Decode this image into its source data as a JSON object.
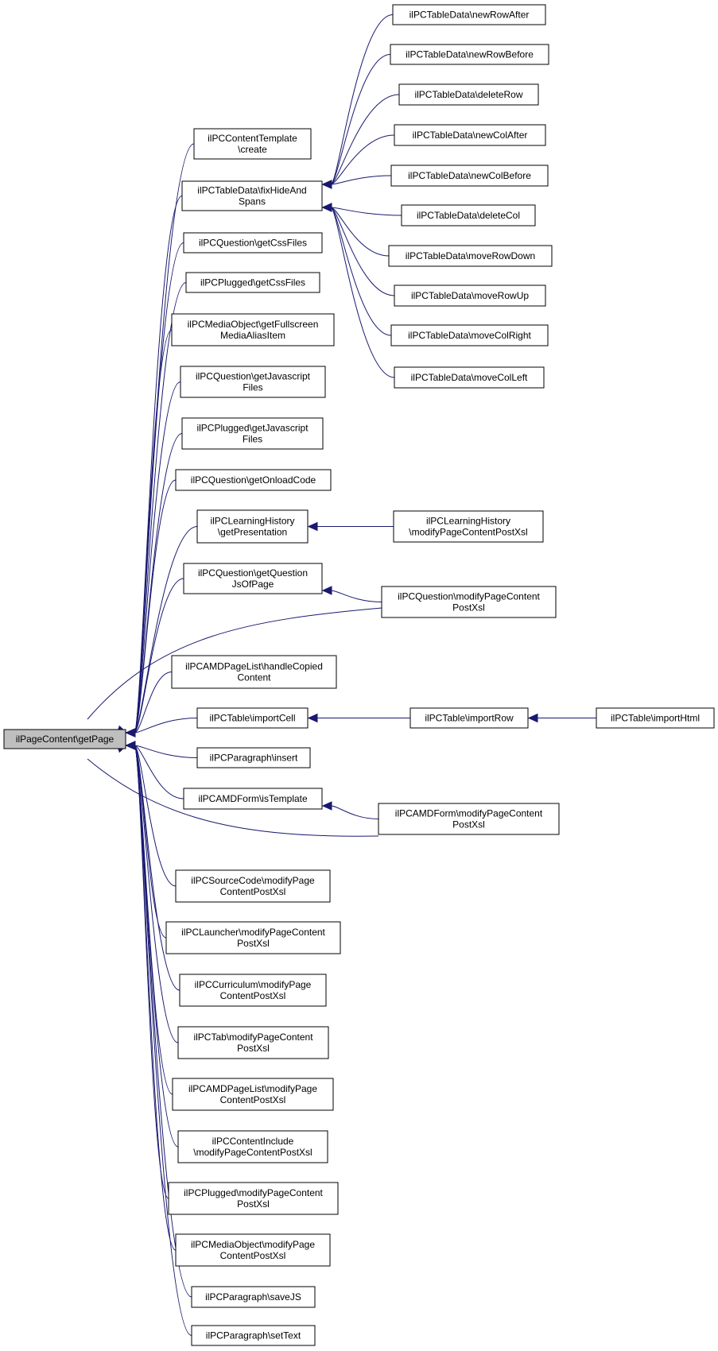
{
  "diagram": {
    "nodes": [
      {
        "id": "root",
        "lines": [
          "ilPageContent\\getPage"
        ]
      },
      {
        "id": "ct_create",
        "lines": [
          "ilPCContentTemplate",
          "\\create"
        ]
      },
      {
        "id": "td_fix",
        "lines": [
          "ilPCTableData\\fixHideAnd",
          "Spans"
        ]
      },
      {
        "id": "q_css",
        "lines": [
          "ilPCQuestion\\getCssFiles"
        ]
      },
      {
        "id": "p_css",
        "lines": [
          "ilPCPlugged\\getCssFiles"
        ]
      },
      {
        "id": "mo_full",
        "lines": [
          "ilPCMediaObject\\getFullscreen",
          "MediaAliasItem"
        ]
      },
      {
        "id": "q_js",
        "lines": [
          "ilPCQuestion\\getJavascript",
          "Files"
        ]
      },
      {
        "id": "p_js",
        "lines": [
          "ilPCPlugged\\getJavascript",
          "Files"
        ]
      },
      {
        "id": "q_onload",
        "lines": [
          "ilPCQuestion\\getOnloadCode"
        ]
      },
      {
        "id": "lh_pres",
        "lines": [
          "ilPCLearningHistory",
          "\\getPresentation"
        ]
      },
      {
        "id": "q_qjs",
        "lines": [
          "ilPCQuestion\\getQuestion",
          "JsOfPage"
        ]
      },
      {
        "id": "amdpl_copy",
        "lines": [
          "ilPCAMDPageList\\handleCopied",
          "Content"
        ]
      },
      {
        "id": "t_cell",
        "lines": [
          "ilPCTable\\importCell"
        ]
      },
      {
        "id": "par_insert",
        "lines": [
          "ilPCParagraph\\insert"
        ]
      },
      {
        "id": "amdf_tpl",
        "lines": [
          "ilPCAMDForm\\isTemplate"
        ]
      },
      {
        "id": "sc_mod",
        "lines": [
          "ilPCSourceCode\\modifyPage",
          "ContentPostXsl"
        ]
      },
      {
        "id": "la_mod",
        "lines": [
          "ilPCLauncher\\modifyPageContent",
          "PostXsl"
        ]
      },
      {
        "id": "cu_mod",
        "lines": [
          "ilPCCurriculum\\modifyPage",
          "ContentPostXsl"
        ]
      },
      {
        "id": "tab_mod",
        "lines": [
          "ilPCTab\\modifyPageContent",
          "PostXsl"
        ]
      },
      {
        "id": "amdpl_mod",
        "lines": [
          "ilPCAMDPageList\\modifyPage",
          "ContentPostXsl"
        ]
      },
      {
        "id": "ci_mod",
        "lines": [
          "ilPCContentInclude",
          "\\modifyPageContentPostXsl"
        ]
      },
      {
        "id": "pl_mod",
        "lines": [
          "ilPCPlugged\\modifyPageContent",
          "PostXsl"
        ]
      },
      {
        "id": "mo_mod",
        "lines": [
          "ilPCMediaObject\\modifyPage",
          "ContentPostXsl"
        ]
      },
      {
        "id": "par_save",
        "lines": [
          "ilPCParagraph\\saveJS"
        ]
      },
      {
        "id": "par_text",
        "lines": [
          "ilPCParagraph\\setText"
        ]
      },
      {
        "id": "td_nra",
        "lines": [
          "ilPCTableData\\newRowAfter"
        ]
      },
      {
        "id": "td_nrb",
        "lines": [
          "ilPCTableData\\newRowBefore"
        ]
      },
      {
        "id": "td_dr",
        "lines": [
          "ilPCTableData\\deleteRow"
        ]
      },
      {
        "id": "td_nca",
        "lines": [
          "ilPCTableData\\newColAfter"
        ]
      },
      {
        "id": "td_ncb",
        "lines": [
          "ilPCTableData\\newColBefore"
        ]
      },
      {
        "id": "td_dc",
        "lines": [
          "ilPCTableData\\deleteCol"
        ]
      },
      {
        "id": "td_mrd",
        "lines": [
          "ilPCTableData\\moveRowDown"
        ]
      },
      {
        "id": "td_mru",
        "lines": [
          "ilPCTableData\\moveRowUp"
        ]
      },
      {
        "id": "td_mcr",
        "lines": [
          "ilPCTableData\\moveColRight"
        ]
      },
      {
        "id": "td_mcl",
        "lines": [
          "ilPCTableData\\moveColLeft"
        ]
      },
      {
        "id": "lh_mod",
        "lines": [
          "ilPCLearningHistory",
          "\\modifyPageContentPostXsl"
        ]
      },
      {
        "id": "q_mod",
        "lines": [
          "ilPCQuestion\\modifyPageContent",
          "PostXsl"
        ]
      },
      {
        "id": "t_row",
        "lines": [
          "ilPCTable\\importRow"
        ]
      },
      {
        "id": "amdf_mod",
        "lines": [
          "ilPCAMDForm\\modifyPageContent",
          "PostXsl"
        ]
      },
      {
        "id": "t_html",
        "lines": [
          "ilPCTable\\importHtml"
        ]
      }
    ],
    "edges": [
      [
        "ct_create",
        "root"
      ],
      [
        "td_fix",
        "root"
      ],
      [
        "q_css",
        "root"
      ],
      [
        "p_css",
        "root"
      ],
      [
        "mo_full",
        "root"
      ],
      [
        "q_js",
        "root"
      ],
      [
        "p_js",
        "root"
      ],
      [
        "q_onload",
        "root"
      ],
      [
        "lh_pres",
        "root"
      ],
      [
        "q_qjs",
        "root"
      ],
      [
        "q_mod",
        "root"
      ],
      [
        "amdpl_copy",
        "root"
      ],
      [
        "t_cell",
        "root"
      ],
      [
        "par_insert",
        "root"
      ],
      [
        "amdf_tpl",
        "root"
      ],
      [
        "amdf_mod",
        "root"
      ],
      [
        "sc_mod",
        "root"
      ],
      [
        "la_mod",
        "root"
      ],
      [
        "cu_mod",
        "root"
      ],
      [
        "tab_mod",
        "root"
      ],
      [
        "amdpl_mod",
        "root"
      ],
      [
        "ci_mod",
        "root"
      ],
      [
        "pl_mod",
        "root"
      ],
      [
        "mo_mod",
        "root"
      ],
      [
        "par_save",
        "root"
      ],
      [
        "par_text",
        "root"
      ],
      [
        "td_nra",
        "td_fix"
      ],
      [
        "td_nrb",
        "td_fix"
      ],
      [
        "td_dr",
        "td_fix"
      ],
      [
        "td_nca",
        "td_fix"
      ],
      [
        "td_ncb",
        "td_fix"
      ],
      [
        "td_dc",
        "td_fix"
      ],
      [
        "td_mrd",
        "td_fix"
      ],
      [
        "td_mru",
        "td_fix"
      ],
      [
        "td_mcr",
        "td_fix"
      ],
      [
        "td_mcl",
        "td_fix"
      ],
      [
        "lh_mod",
        "lh_pres"
      ],
      [
        "q_mod",
        "q_qjs"
      ],
      [
        "t_row",
        "t_cell"
      ],
      [
        "t_html",
        "t_row"
      ],
      [
        "amdf_mod",
        "amdf_tpl"
      ]
    ]
  }
}
